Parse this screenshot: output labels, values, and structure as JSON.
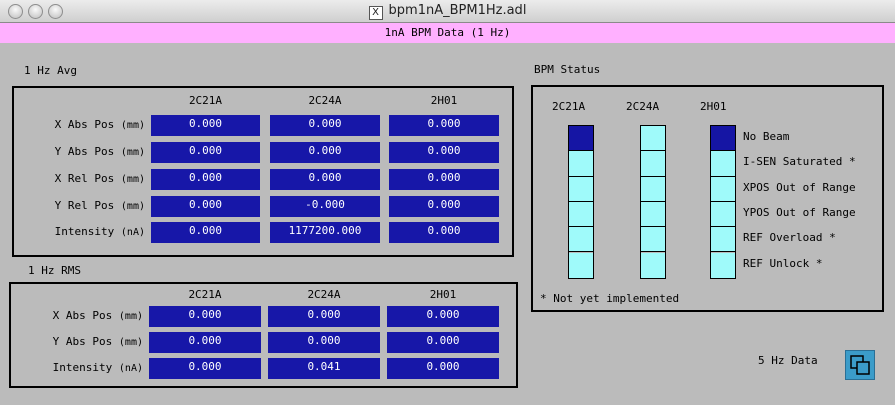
{
  "window": {
    "title": "bpm1nA_BPM1Hz.adl",
    "banner": "1nA BPM Data (1 Hz)"
  },
  "avg": {
    "title": "1 Hz Avg",
    "columns": [
      "2C21A",
      "2C24A",
      "2H01"
    ],
    "rows": [
      {
        "label": "X Abs Pos",
        "unit": "(mm)",
        "values": [
          "0.000",
          "0.000",
          "0.000"
        ]
      },
      {
        "label": "Y Abs Pos",
        "unit": "(mm)",
        "values": [
          "0.000",
          "0.000",
          "0.000"
        ]
      },
      {
        "label": "X Rel Pos",
        "unit": "(mm)",
        "values": [
          "0.000",
          "0.000",
          "0.000"
        ]
      },
      {
        "label": "Y Rel Pos",
        "unit": "(mm)",
        "values": [
          "0.000",
          "-0.000",
          "0.000"
        ]
      },
      {
        "label": "Intensity",
        "unit": "(nA)",
        "values": [
          "0.000",
          "1177200.000",
          "0.000"
        ]
      }
    ]
  },
  "rms": {
    "title": "1 Hz RMS",
    "columns": [
      "2C21A",
      "2C24A",
      "2H01"
    ],
    "rows": [
      {
        "label": "X Abs Pos",
        "unit": "(mm)",
        "values": [
          "0.000",
          "0.000",
          "0.000"
        ]
      },
      {
        "label": "Y Abs Pos",
        "unit": "(mm)",
        "values": [
          "0.000",
          "0.000",
          "0.000"
        ]
      },
      {
        "label": "Intensity",
        "unit": "(nA)",
        "values": [
          "0.000",
          "0.041",
          "0.000"
        ]
      }
    ]
  },
  "status": {
    "title": "BPM Status",
    "columns": [
      "2C21A",
      "2C24A",
      "2H01"
    ],
    "labels": [
      "No Beam",
      "I-SEN Saturated *",
      "XPOS Out of Range",
      "YPOS Out of Range",
      "REF Overload *",
      "REF Unlock *"
    ],
    "states": [
      [
        true,
        false,
        false,
        false,
        false,
        false
      ],
      [
        false,
        false,
        false,
        false,
        false,
        false
      ],
      [
        true,
        false,
        false,
        false,
        false,
        false
      ]
    ],
    "footnote": "* Not yet implemented"
  },
  "footer": {
    "rate_label": "5 Hz Data"
  },
  "colors": {
    "value_bg": "#1717a8",
    "indicator_on": "#1515a4",
    "indicator_off": "#9ffafa",
    "banner": "#ffb0ff"
  }
}
